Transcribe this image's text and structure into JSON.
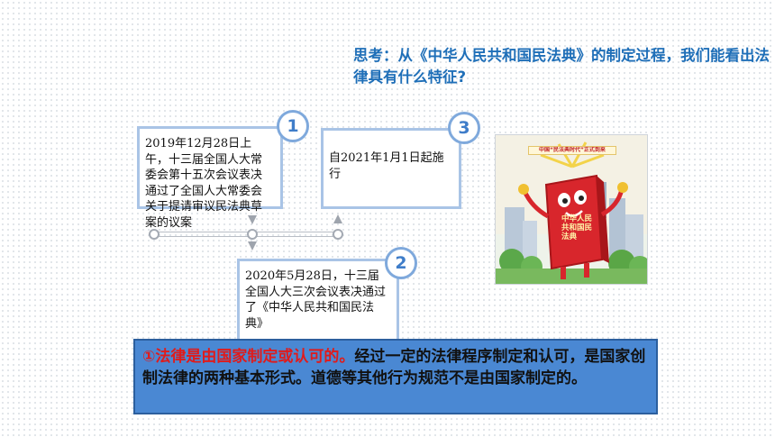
{
  "question": "思考：从《中华人民共和国民法典》的制定过程，我们能看出法律具有什么特征?",
  "timeline": {
    "events": [
      {
        "badge": "1",
        "text": "2019年12月28日上午，十三届全国人大常委会第十五次会议表决通过了全国人大常委会关于提请审议民法典草案的议案"
      },
      {
        "badge": "2",
        "text": "2020年5月28日，十三届全国人大三次会议表决通过了《中华人民共和国民法典》"
      },
      {
        "badge": "3",
        "text": "自2021年1月1日起施行"
      }
    ]
  },
  "illustration": {
    "banner": "中国“民法典时代”正式到来",
    "book_title": "中华人民共和国民法典"
  },
  "conclusion": {
    "highlight": "①法律是由国家制定或认可的。",
    "body": "经过一定的法律程序制定和认可，是国家创制法律的两种基本形式。道德等其他行为规范不是由国家制定的。"
  },
  "colors": {
    "question_text": "#1f6fb8",
    "card_border": "#a9c4e6",
    "badge": "#3f7dc9",
    "conclusion_bg": "#4a88d3",
    "highlight_red": "#e01b1b"
  }
}
